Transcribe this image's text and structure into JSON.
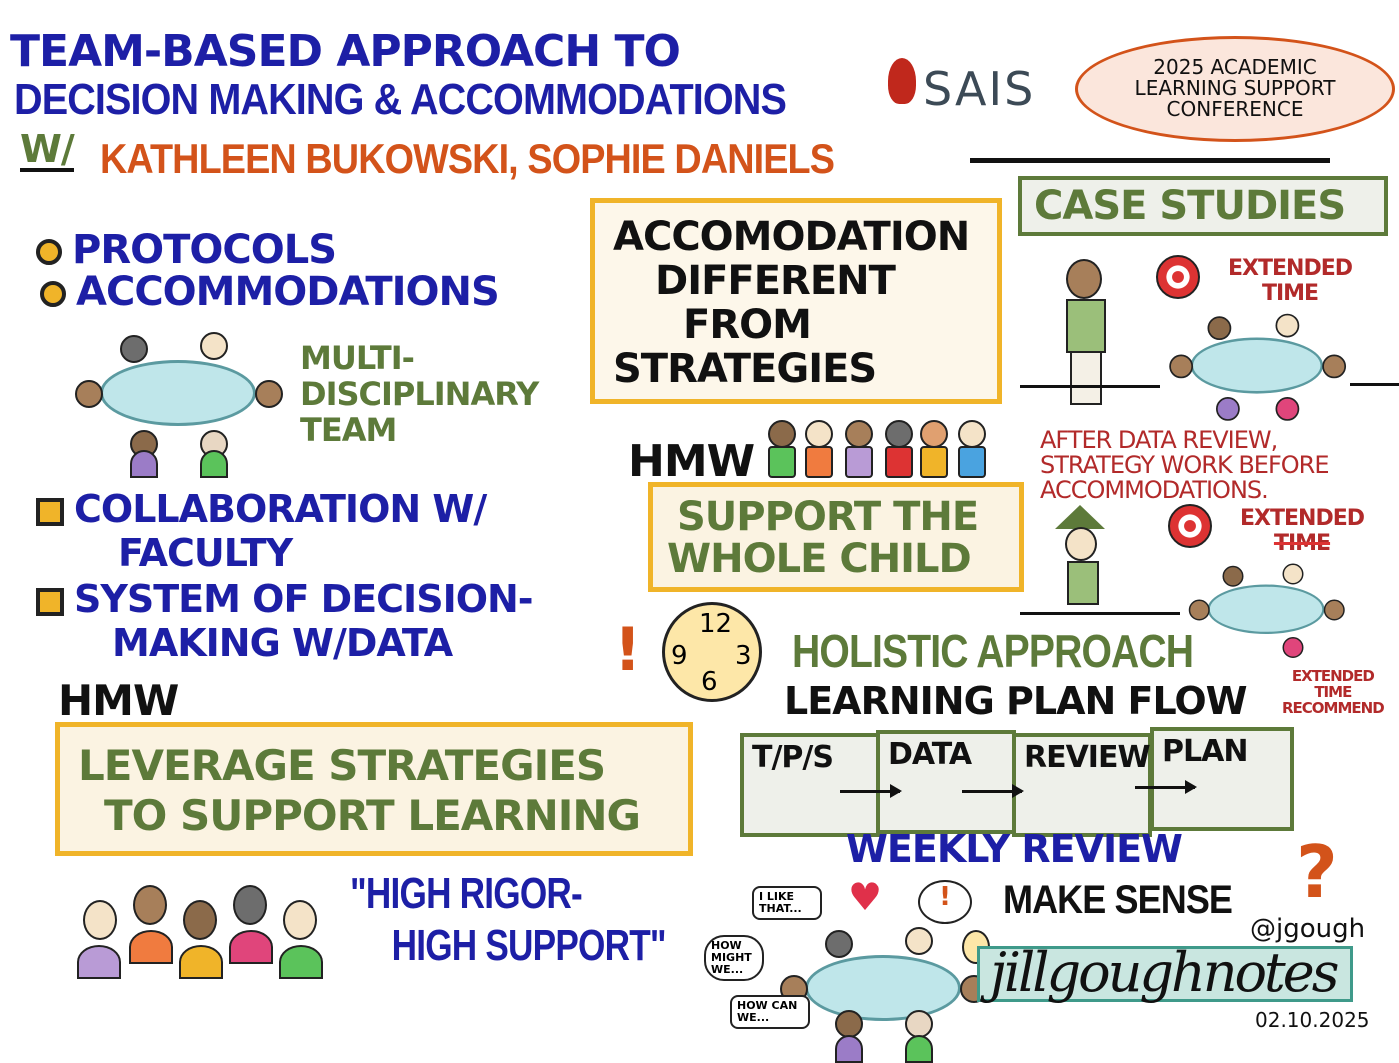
{
  "title": {
    "line1": "TEAM-BASED APPROACH TO",
    "line2": "DECISION MAKING & ACCOMMODATIONS"
  },
  "logo": {
    "text": "SAIS"
  },
  "conference": {
    "line1": "2025 ACADEMIC",
    "line2": "LEARNING SUPPORT",
    "line3": "CONFERENCE"
  },
  "presenters": {
    "with": "W/",
    "names": "KATHLEEN BUKOWSKI, SOPHIE DANIELS"
  },
  "left": {
    "bullets": [
      "PROTOCOLS",
      "ACCOMMODATIONS"
    ],
    "team_label": {
      "line1": "MULTI-",
      "line2": "DISCIPLINARY",
      "line3": "TEAM"
    },
    "collab": {
      "line1": "COLLABORATION W/",
      "line2": "FACULTY"
    },
    "system": {
      "line1": "SYSTEM OF DECISION-",
      "line2": "MAKING W/DATA"
    },
    "hmw": "HMW",
    "leverage": {
      "line1": "LEVERAGE STRATEGIES",
      "line2": "TO SUPPORT LEARNING"
    },
    "rigor": {
      "line1": "\"HIGH RIGOR-",
      "line2": "HIGH SUPPORT\""
    }
  },
  "center": {
    "accom": {
      "line1": "ACCOMODATION",
      "line2": "DIFFERENT",
      "line3": "FROM",
      "line4": "STRATEGIES"
    },
    "hmw": "HMW",
    "whole_child": {
      "line1": "SUPPORT THE",
      "line2": "WHOLE CHILD"
    },
    "clock": {
      "n12": "12",
      "n9": "9",
      "n3": "3",
      "n6": "6"
    },
    "holistic": "HOLISTIC APPROACH",
    "flow_title": "LEARNING PLAN FLOW",
    "flow": [
      "T/P/S",
      "DATA",
      "REVIEW",
      "PLAN"
    ],
    "weekly": "WEEKLY REVIEW"
  },
  "right": {
    "case_studies": "CASE STUDIES",
    "extended1": {
      "line1": "EXTENDED",
      "line2": "TIME"
    },
    "after": {
      "line1": "AFTER DATA REVIEW,",
      "line2": "STRATEGY WORK BEFORE",
      "line3": "ACCOMMODATIONS."
    },
    "extended2": {
      "line1": "EXTENDED",
      "line2": "TIME"
    },
    "recommend": {
      "line1": "EXTENDED",
      "line2": "TIME",
      "line3": "RECOMMEND"
    }
  },
  "bottom": {
    "bubbles": {
      "like": "I LIKE THAT...",
      "might": "HOW MIGHT WE...",
      "can": "HOW CAN WE..."
    },
    "make_sense": "MAKE SENSE",
    "question": "?",
    "handle": "@jgough",
    "signature": "jillgoughnotes",
    "date": "02.10.2025"
  },
  "colors": {
    "blue": "#1d1fa6",
    "orange": "#d3531a",
    "green": "#5d7a3a",
    "yellow": "#f0b429"
  }
}
